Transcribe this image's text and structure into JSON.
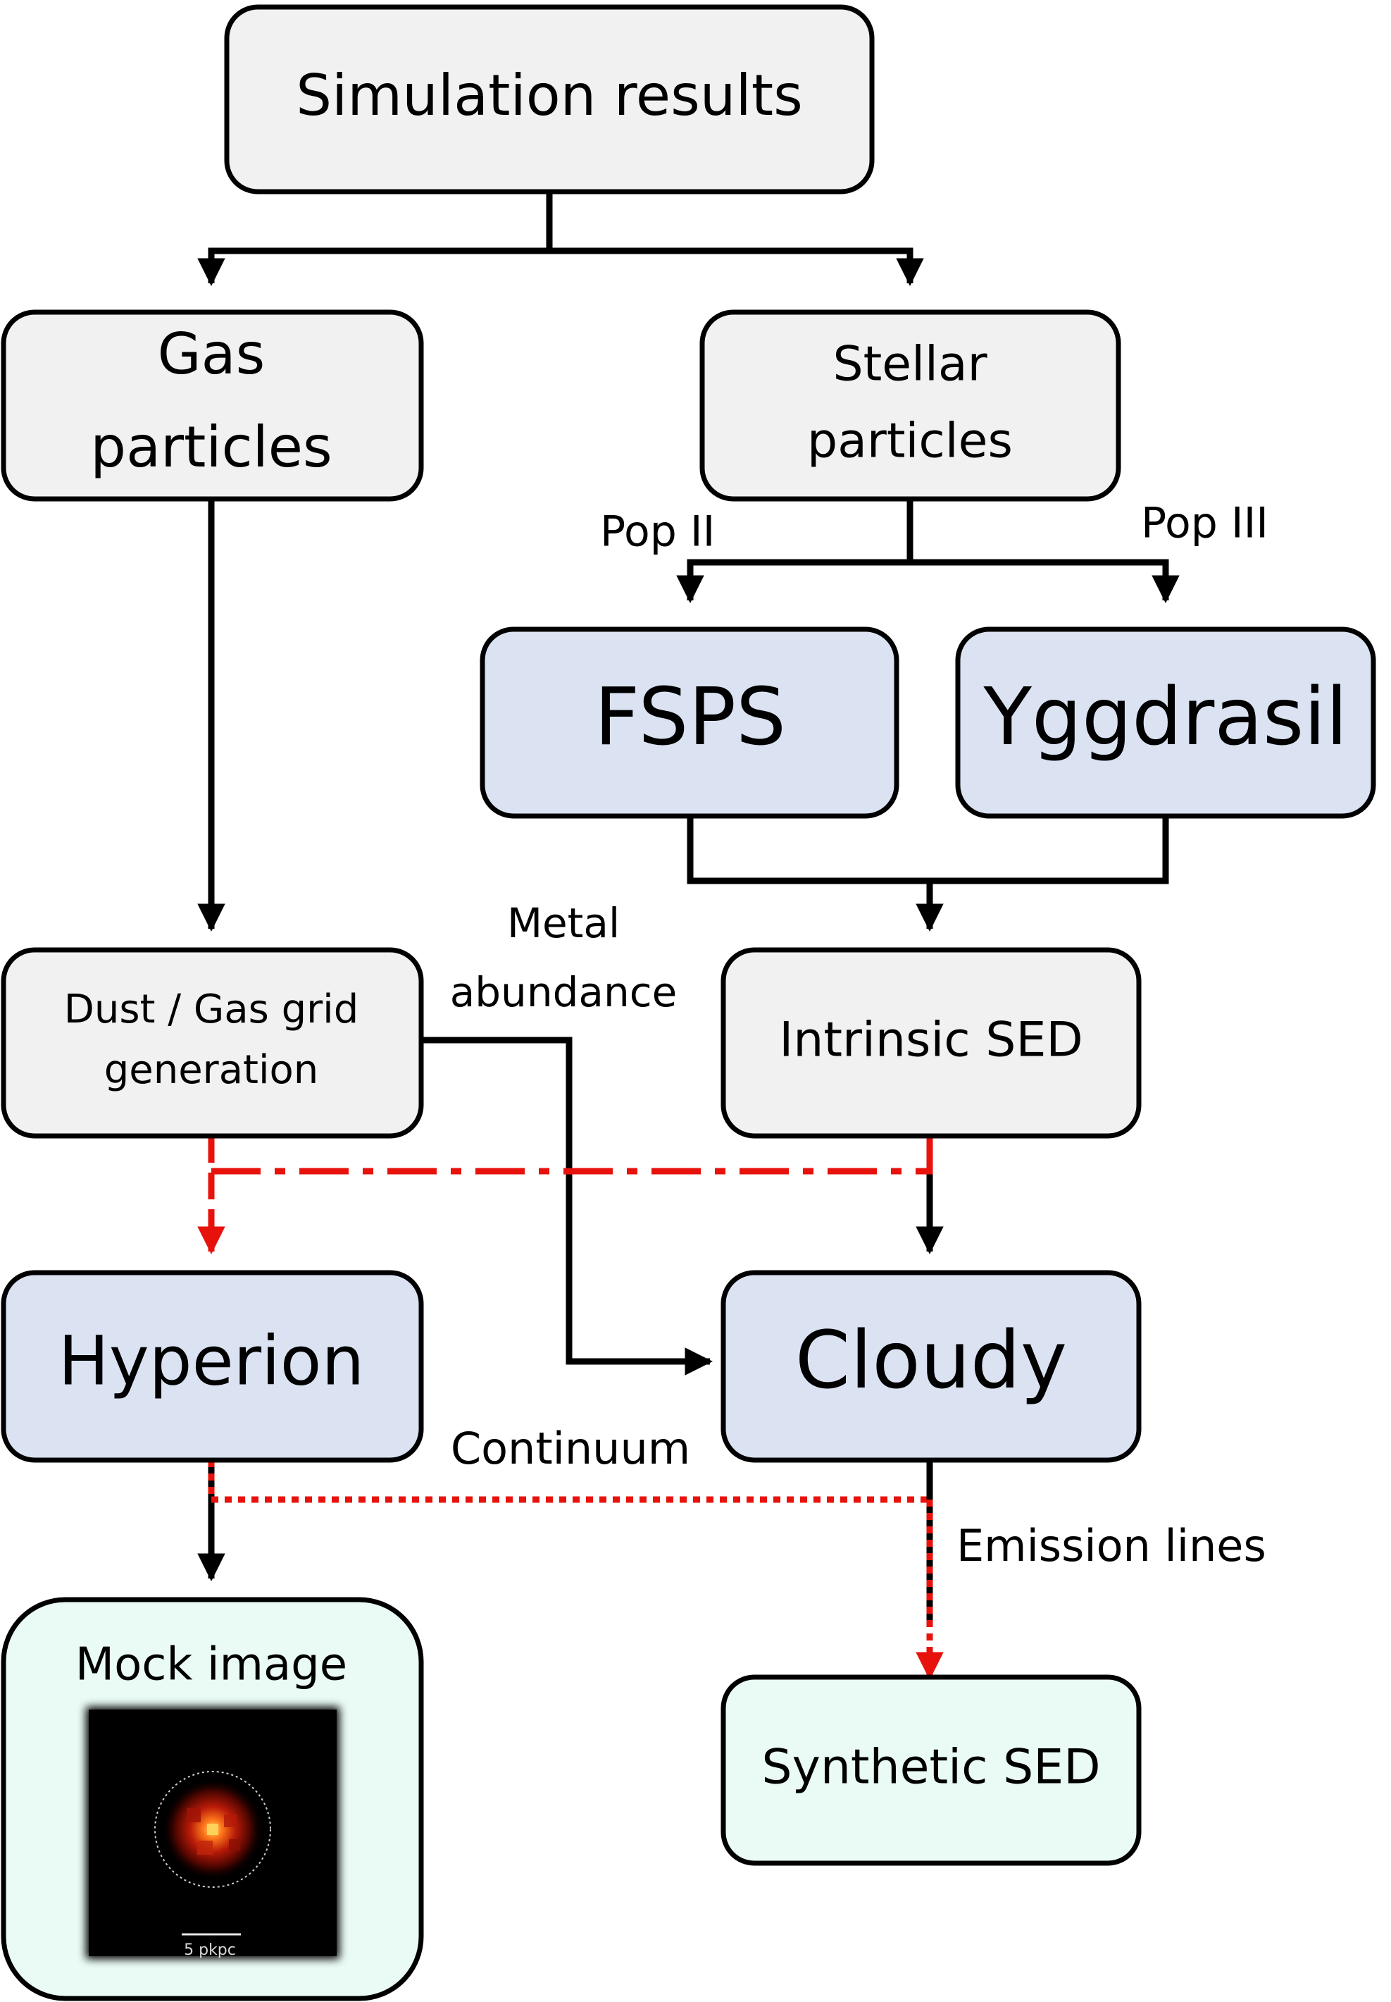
{
  "nodes": {
    "simulation_results": "Simulation results",
    "gas_particles_line1": "Gas",
    "gas_particles_line2": "particles",
    "stellar_particles_line1": "Stellar",
    "stellar_particles_line2": "particles",
    "fsps": "FSPS",
    "yggdrasil": "Yggdrasil",
    "dust_gas_grid_line1": "Dust / Gas grid",
    "dust_gas_grid_line2": "generation",
    "intrinsic_sed": "Intrinsic SED",
    "hyperion": "Hyperion",
    "cloudy": "Cloudy",
    "mock_image": "Mock image",
    "synthetic_sed": "Synthetic SED"
  },
  "edge_labels": {
    "pop2": "Pop II",
    "pop3": "Pop III",
    "metal_line1": "Metal",
    "metal_line2": "abundance",
    "continuum": "Continuum",
    "emission_lines": "Emission lines"
  },
  "mock_image_scale_label": "5 pkpc",
  "colors": {
    "grey_box": "#f1f1f1",
    "blue_box": "#dbe3f3",
    "mint_box": "#eafbf5",
    "red_arrow": "#e8120c"
  }
}
